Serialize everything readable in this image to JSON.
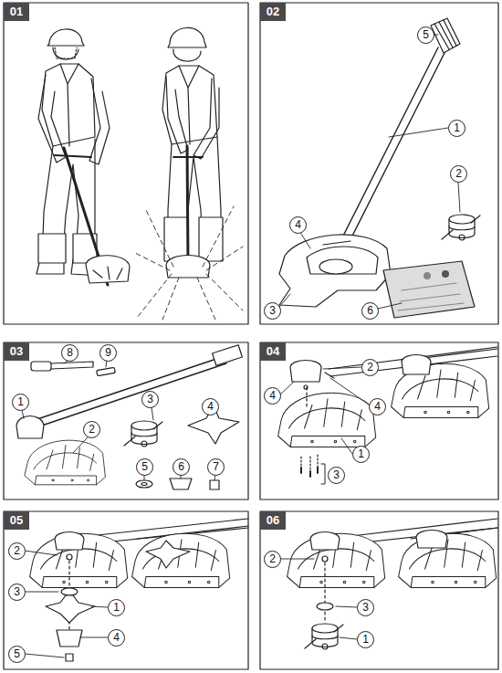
{
  "diagram": {
    "labels": [
      "01",
      "02",
      "5",
      "1",
      "2",
      "4",
      "3",
      "6",
      "03",
      "8",
      "9",
      "1",
      "2",
      "3",
      "4",
      "5",
      "6",
      "7",
      "04",
      "2",
      "4",
      "4",
      "1",
      "3",
      "05",
      "2",
      "3",
      "1",
      "4",
      "5",
      "06",
      "2",
      "3",
      "1"
    ]
  }
}
